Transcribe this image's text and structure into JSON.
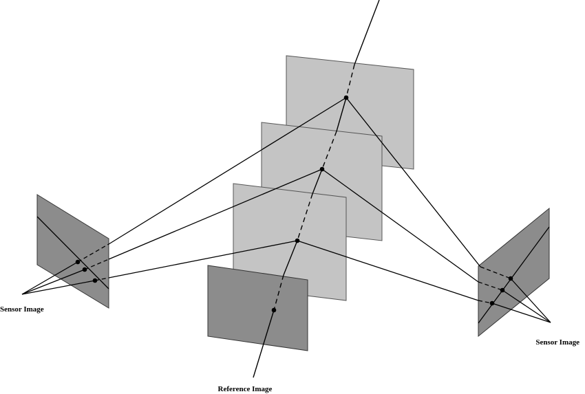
{
  "labels": {
    "sensor_left": "Sensor Image",
    "sensor_right": "Sensor Image",
    "reference": "Reference Image"
  },
  "colors": {
    "plane_light": "#c4c4c4",
    "plane_dark": "#8c8c8c",
    "stroke": "#000000",
    "background": "#ffffff"
  }
}
